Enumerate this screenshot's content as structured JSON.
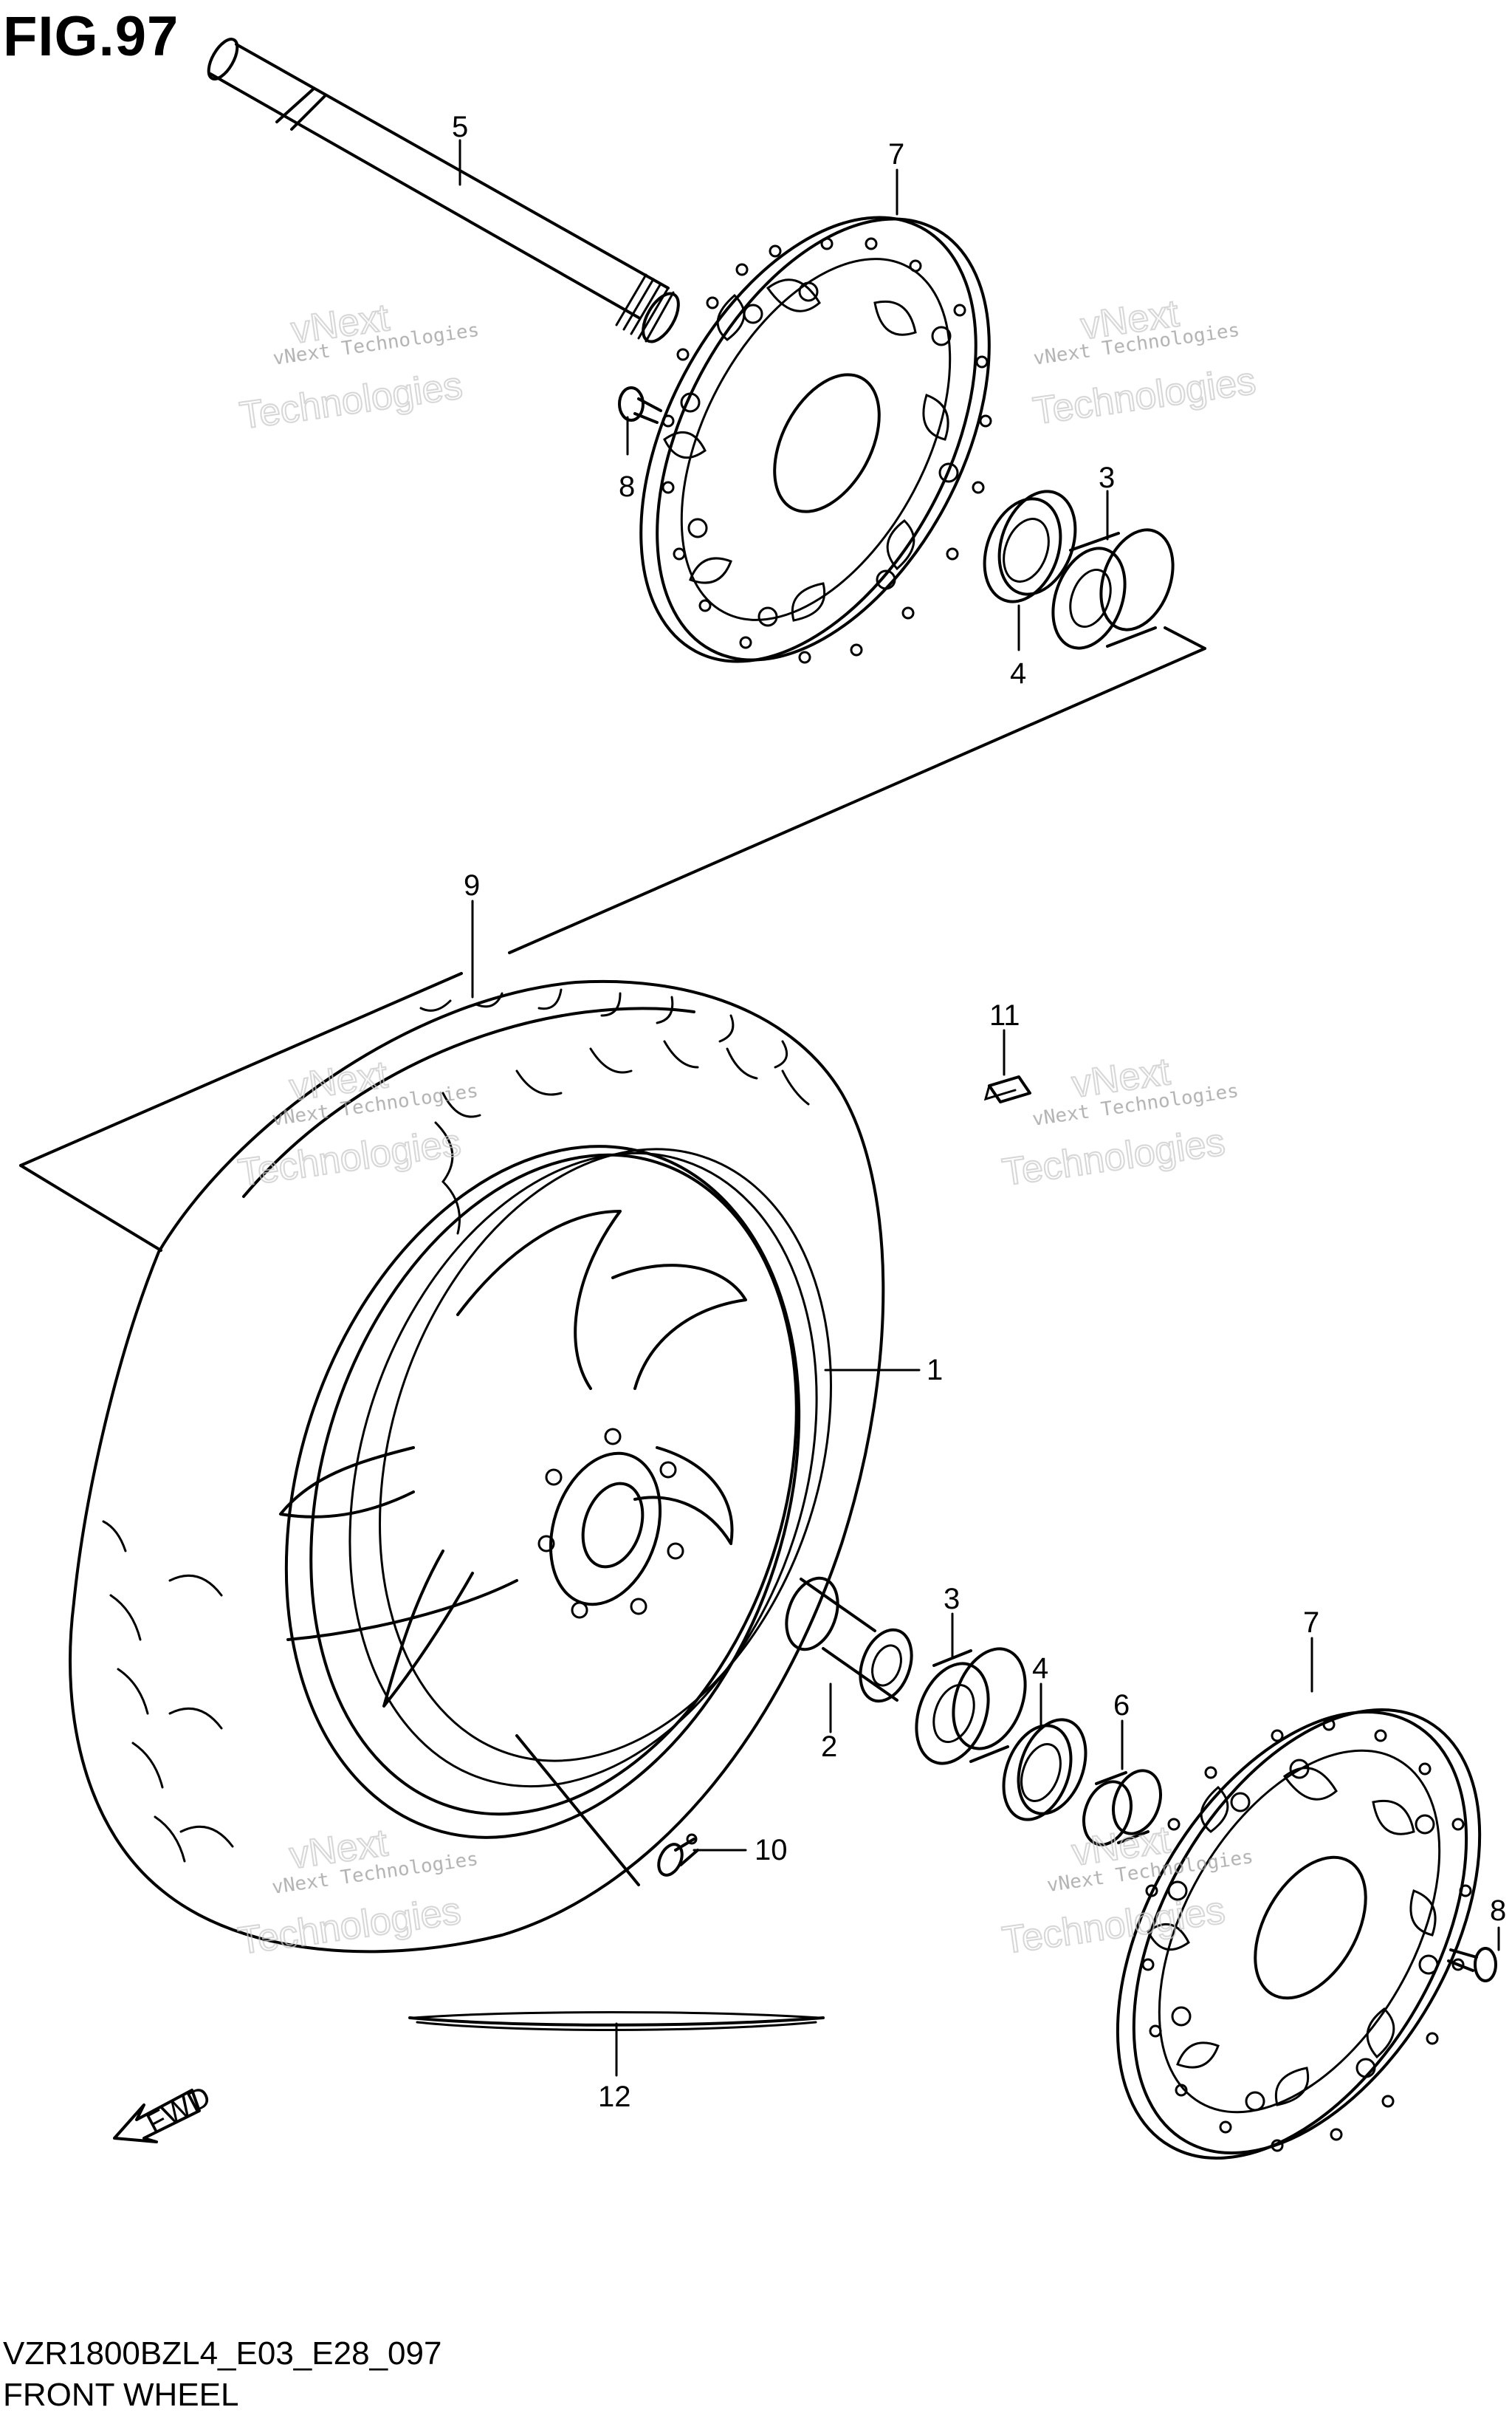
{
  "title": "FIG.97",
  "footer": {
    "code": "VZR1800BZL4_E03_E28_097",
    "name": "FRONT WHEEL"
  },
  "callouts": [
    "5",
    "7",
    "8",
    "3",
    "4",
    "9",
    "11",
    "1",
    "3",
    "4",
    "6",
    "7",
    "2",
    "10",
    "8",
    "12"
  ],
  "watermark": {
    "small": "vNext Technologies",
    "big_line1": "vNext",
    "big_line2": "Technologies"
  },
  "fwd_label": "FWD"
}
